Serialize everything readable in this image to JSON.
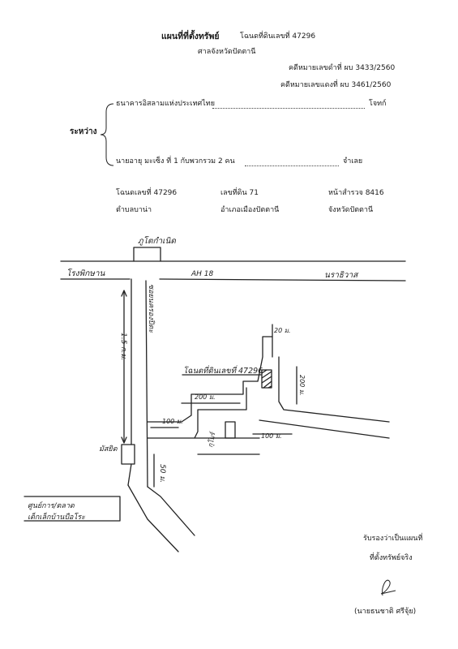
{
  "header": {
    "title": "แผนที่ที่ตั้งทรัพย์",
    "deed_line": "โฉนดที่ดินเลขที่ 47296",
    "court": "ศาลจังหวัดปัตตานี",
    "black_case": "คดีหมายเลขดำที่ ผบ 3433/2560",
    "red_case": "คดีหมายเลขแดงที่ ผบ 3461/2560"
  },
  "parties": {
    "between_label": "ระหว่าง",
    "plaintiff": "ธนาคารอิสลามแห่งประเทศไทย",
    "plaintiff_role": "โจทก์",
    "defendant": "นายอายุ มะเซ็ง ที่ 1 กับพวกรวม 2 คน",
    "defendant_role": "จำเลย"
  },
  "property": {
    "deed_no": "โฉนดเลขที่ 47296",
    "land_no": "เลขที่ดิน 71",
    "survey_page": "หน้าสำรวจ 8416",
    "subdistrict": "ตำบลบาน่า",
    "district": "อำเภอเมืองปัตตานี",
    "province": "จังหวัดปัตตานี"
  },
  "map": {
    "landmark_top": "ภูโตกำเนิด",
    "road_left": "โรงพิกษาน",
    "road_name": "AH 18",
    "road_right": "นราธิวาส",
    "side_road": "ซอยนครองปิดะ",
    "dist_vertical": "1.5 ก.ม.",
    "mosque": "มัสยิด",
    "dist_50": "50 ม.",
    "dist_100": "100 ม.",
    "dist_200": "200 ม.",
    "plot_label": "โฉนดที่ดินเลขที่ 47296",
    "dist_20": "20 ม.",
    "dist_200_right": "200 ม.",
    "dist_100_right": "100 ม.",
    "house_label": "กุโบร์",
    "shop_label": "ศูนย์การ/ตลาด",
    "shop_label_2": "เด็กเล็กบ้านบือโระ"
  },
  "footer": {
    "certify_1": "รับรองว่าเป็นแผนที่",
    "certify_2": "ที่ตั้งทรัพย์จริง",
    "signer": "(นายธนชาติ ศรีจุ้ย)"
  }
}
